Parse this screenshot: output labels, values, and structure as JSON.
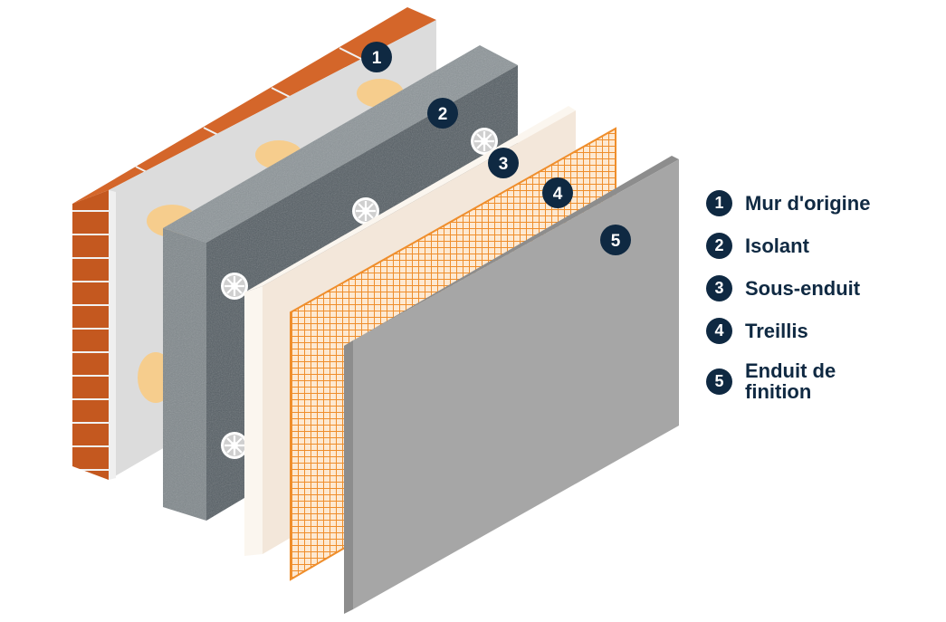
{
  "layers": [
    {
      "number": "1",
      "label": "Mur d'origine"
    },
    {
      "number": "2",
      "label": "Isolant"
    },
    {
      "number": "3",
      "label": "Sous-enduit"
    },
    {
      "number": "4",
      "label": "Treillis"
    },
    {
      "number": "5",
      "label": "Enduit de finition"
    }
  ],
  "colors": {
    "badge": "#0f2942",
    "brick": "#c4581f",
    "brick_top": "#d9722f",
    "mortar": "#e0e0e0",
    "insulation_front": "#545d63",
    "insulation_side": "#8c9498",
    "basecoat": "#f3e7da",
    "mesh": "#f29a3a",
    "finish": "#a6a6a6",
    "finish_edge": "#8d8d8d",
    "adhesive": "#f6cd8d"
  }
}
